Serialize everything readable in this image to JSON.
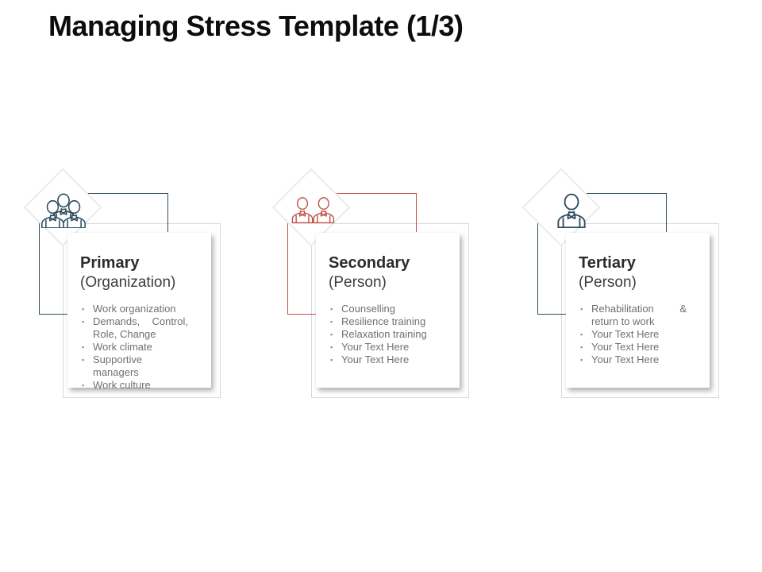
{
  "slide": {
    "title": "Managing Stress Template (1/3)"
  },
  "cards": [
    {
      "title": "Primary",
      "subtitle": "(Organization)",
      "icon": "three-people-icon",
      "accent": "#2f4f5f",
      "bullets": [
        "Work organization",
        "Demands, Control, Role, Change",
        "Work climate",
        "Supportive managers",
        "Work culture"
      ]
    },
    {
      "title": "Secondary",
      "subtitle": "(Person)",
      "icon": "two-people-icon",
      "accent": "#c0544a",
      "bullets": [
        "Counselling",
        "Resilience training",
        "Relaxation training",
        "Your Text Here",
        "Your Text Here"
      ]
    },
    {
      "title": "Tertiary",
      "subtitle": "(Person)",
      "icon": "one-person-icon",
      "accent": "#2f4f5f",
      "bullets": [
        "Rehabilitation & return to work",
        "Your Text Here",
        "Your Text Here",
        "Your Text Here"
      ]
    }
  ],
  "colors": {
    "navy_accent": "#2f4f5f",
    "red_accent": "#c0544a",
    "frame_border": "#d9d9d9",
    "diamond_border": "#ebebeb",
    "slide_title_text": "#0d0d0d",
    "card_title_text": "#2c2c2c",
    "bullet_text": "#707076",
    "background": "#ffffff"
  }
}
